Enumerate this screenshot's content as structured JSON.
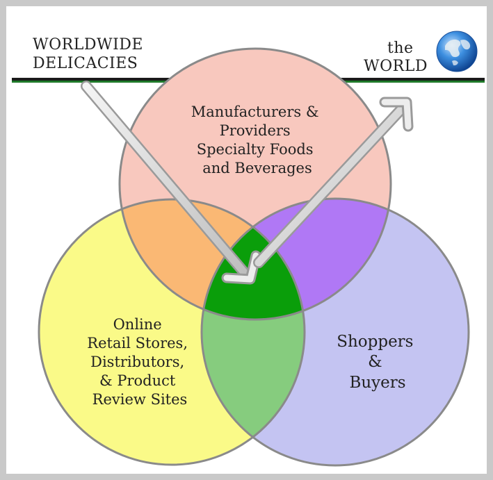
{
  "header": {
    "left_title_lines": [
      "WORLDWIDE",
      "DELICACIES"
    ],
    "right_title_lines": [
      "the",
      "WORLD"
    ],
    "globe_icon": "globe-icon"
  },
  "diagram": {
    "sets": [
      {
        "id": "manufacturers",
        "lines": [
          "Manufacturers &",
          "Providers",
          "Specialty Foods",
          "and Beverages"
        ],
        "color": "#f8c8be"
      },
      {
        "id": "retail",
        "lines": [
          "Online",
          "Retail Stores,",
          "Distributors,",
          "& Product",
          "Review Sites"
        ],
        "color": "#fafa88"
      },
      {
        "id": "shoppers",
        "lines": [
          "Shoppers",
          "&",
          "Buyers"
        ],
        "color": "#c4c4f2"
      }
    ],
    "overlaps": {
      "manufacturers_retail": "#fab874",
      "manufacturers_shoppers": "#b078f5",
      "retail_shoppers": "#86cc7e",
      "all_three": "#0a9e0a"
    },
    "arrows": [
      "arrow-in-from-worldwide-delicacies",
      "arrow-out-to-the-world"
    ],
    "colors": {
      "line_dark": "#1a1a1a",
      "line_green": "#1f7a2a",
      "frame": "#c9c9c9",
      "outline": "#8a8a8a"
    }
  }
}
